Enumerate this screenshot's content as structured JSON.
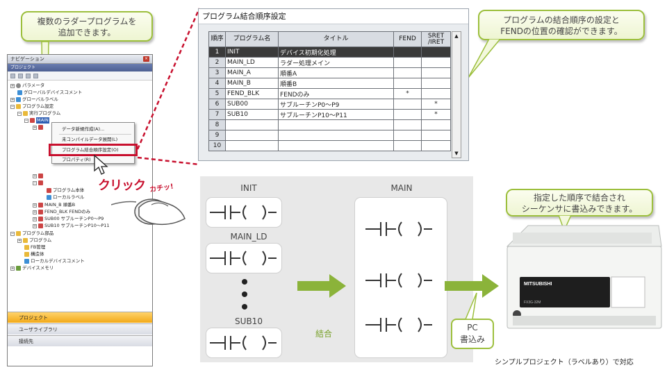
{
  "callouts": {
    "add_programs": [
      "複数のラダープログラムを",
      "追加できます。"
    ],
    "order_setting": [
      "プログラムの結合順序の設定と",
      "FENDの位置の確認ができます。"
    ],
    "plc_write": [
      "指定した順序で結合され",
      "シーケンサに書込みできます。"
    ]
  },
  "nav": {
    "title": "ナビゲーション",
    "section": "プロジェクト",
    "tree": [
      {
        "label": "パラメータ",
        "icon": "parameter-icon"
      },
      {
        "label": "グローバルデバイスコメント",
        "icon": "comment-icon"
      },
      {
        "label": "グローバルラベル",
        "icon": "label-icon"
      },
      {
        "label": "プログラム設定",
        "icon": "folder-icon"
      },
      {
        "label": "実行プログラム",
        "icon": "folder-icon"
      },
      {
        "label": "MAIN",
        "icon": "program-icon"
      },
      {
        "label": "プログラム本体",
        "icon": "program-icon"
      },
      {
        "label": "ローカルラベル",
        "icon": "label-icon"
      },
      {
        "label": "MAIN_B 順番B",
        "icon": "program-icon"
      },
      {
        "label": "FEND_BLK FENDのみ",
        "icon": "program-icon"
      },
      {
        "label": "SUB00 サブルーチンP0～P9",
        "icon": "program-icon"
      },
      {
        "label": "SUB10 サブルーチンP10～P11",
        "icon": "program-icon"
      },
      {
        "label": "プログラム部品",
        "icon": "folder-icon"
      },
      {
        "label": "プログラム",
        "icon": "folder-icon"
      },
      {
        "label": "FB管理",
        "icon": "folder-icon"
      },
      {
        "label": "構造体",
        "icon": "folder-icon"
      },
      {
        "label": "ローカルデバイスコメント",
        "icon": "comment-icon"
      },
      {
        "label": "デバイスメモリ",
        "icon": "memory-icon"
      }
    ],
    "context_menu": [
      "データ新規作成(A)...",
      "未コンパイルデータ展開(L)",
      "プログラム結合順序設定(O)",
      "プロパティ(R)"
    ],
    "bottom_tabs": [
      "プロジェクト",
      "ユーザライブラリ",
      "接続先"
    ]
  },
  "click_label": "クリック",
  "click_sound": "カチッ!",
  "program_window": {
    "title": "プログラム結合順序設定",
    "columns": [
      "順序",
      "プログラム名",
      "タイトル",
      "FEND",
      "SRET\n/IRET"
    ],
    "rows": [
      [
        "1",
        "INIT",
        "デバイス初期化処理",
        "",
        ""
      ],
      [
        "2",
        "MAIN_LD",
        "ラダー処理メイン",
        "",
        ""
      ],
      [
        "3",
        "MAIN_A",
        "順番A",
        "",
        ""
      ],
      [
        "4",
        "MAIN_B",
        "順番B",
        "",
        ""
      ],
      [
        "5",
        "FEND_BLK",
        "FENDのみ",
        "*",
        ""
      ],
      [
        "6",
        "SUB00",
        "サブルーチンP0～P9",
        "",
        "*"
      ],
      [
        "7",
        "SUB10",
        "サブルーチンP10～P11",
        "",
        "*"
      ],
      [
        "8",
        "",
        "",
        "",
        ""
      ],
      [
        "9",
        "",
        "",
        "",
        ""
      ],
      [
        "10",
        "",
        "",
        "",
        ""
      ]
    ]
  },
  "diagram": {
    "left_labels": [
      "INIT",
      "MAIN_LD",
      "SUB10"
    ],
    "right_label": "MAIN",
    "combine_label": "結合",
    "pc_write": [
      "PC",
      "書込み"
    ]
  },
  "plc": {
    "brand": "MITSUBISHI",
    "model": "FX3G-32M"
  },
  "caption": "シンプルプロジェクト（ラベルあり）で対応",
  "colors": {
    "accent_green": "#9cbf3c",
    "highlight_red": "#c8102e",
    "arrow_green": "#8bb33a"
  }
}
